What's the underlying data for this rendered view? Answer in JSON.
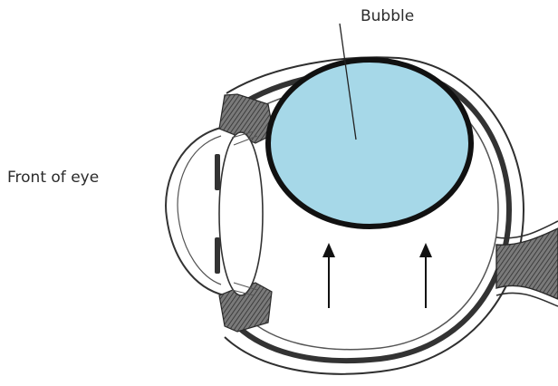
{
  "labels": {
    "bubble": "Bubble",
    "front_of_eye": "Front of eye"
  },
  "colors": {
    "bubble_fill": "#a6d8e8",
    "outline": "#111111",
    "tissue": "#3a3a3a",
    "tissue_light": "#8a8a8a"
  },
  "arrows": {
    "count": 2,
    "direction": "up"
  }
}
